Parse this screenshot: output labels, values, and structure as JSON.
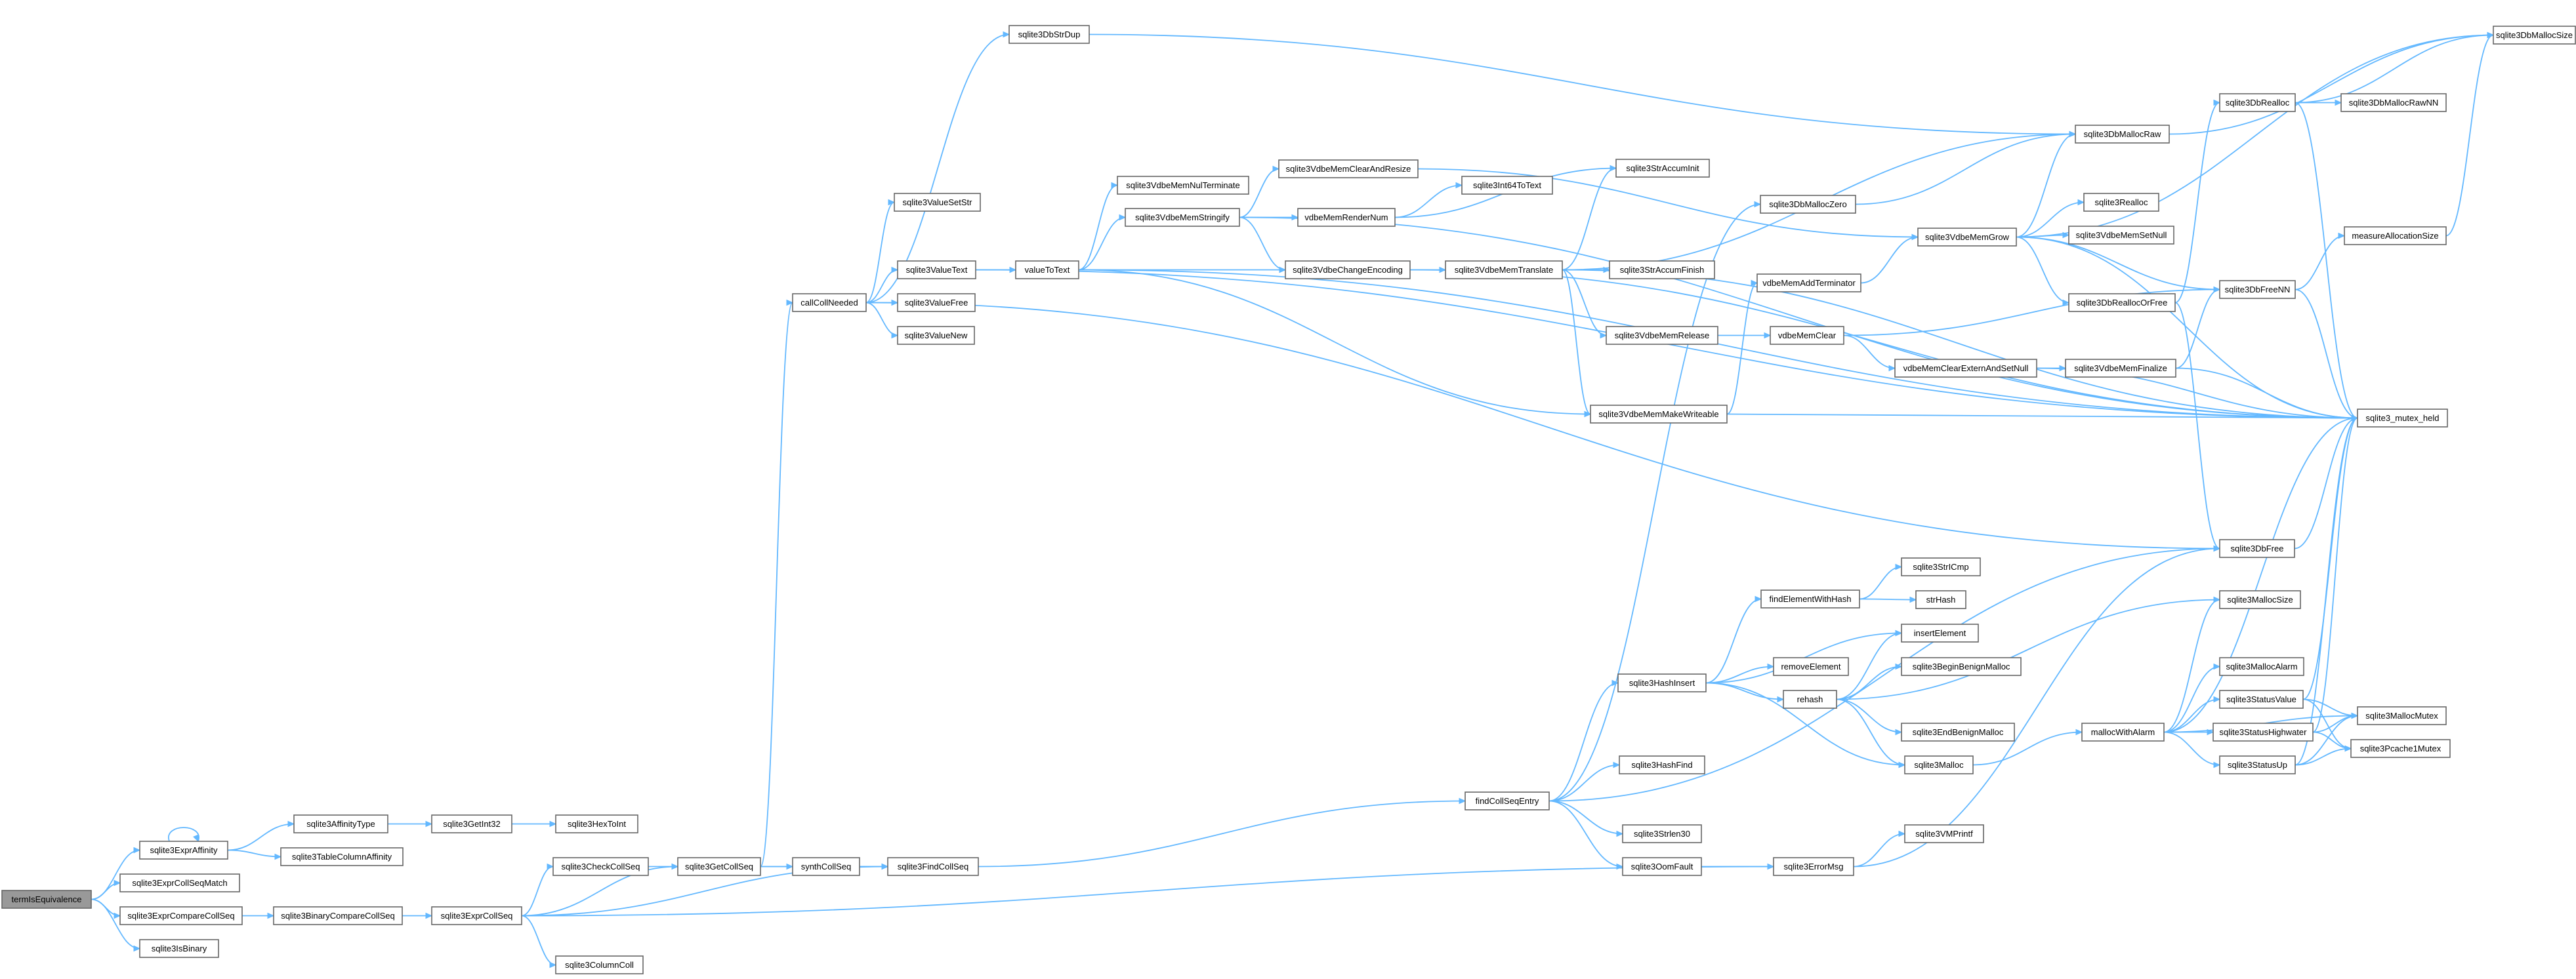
{
  "graph": {
    "colors": {
      "edge": "#63b8ff",
      "node_border": "#666666",
      "root_fill": "#999999",
      "node_fill": "#ffffff"
    },
    "root": "termIsEquivalence",
    "nodes": [
      {
        "id": "termIsEquivalence",
        "label": "termIsEquivalence"
      },
      {
        "id": "sqlite3ExprAffinity",
        "label": "sqlite3ExprAffinity"
      },
      {
        "id": "sqlite3ExprCollSeqMatch",
        "label": "sqlite3ExprCollSeqMatch"
      },
      {
        "id": "sqlite3ExprCompareCollSeq",
        "label": "sqlite3ExprCompareCollSeq"
      },
      {
        "id": "sqlite3IsBinary",
        "label": "sqlite3IsBinary"
      },
      {
        "id": "sqlite3AffinityType",
        "label": "sqlite3AffinityType"
      },
      {
        "id": "sqlite3TableColumnAffinity",
        "label": "sqlite3TableColumnAffinity"
      },
      {
        "id": "sqlite3GetInt32",
        "label": "sqlite3GetInt32"
      },
      {
        "id": "sqlite3HexToInt",
        "label": "sqlite3HexToInt"
      },
      {
        "id": "sqlite3BinaryCompareCollSeq",
        "label": "sqlite3BinaryCompareCollSeq"
      },
      {
        "id": "sqlite3ExprCollSeq",
        "label": "sqlite3ExprCollSeq"
      },
      {
        "id": "sqlite3CheckCollSeq",
        "label": "sqlite3CheckCollSeq"
      },
      {
        "id": "sqlite3ColumnColl",
        "label": "sqlite3ColumnColl"
      },
      {
        "id": "sqlite3GetCollSeq",
        "label": "sqlite3GetCollSeq"
      },
      {
        "id": "callCollNeeded",
        "label": "callCollNeeded"
      },
      {
        "id": "synthCollSeq",
        "label": "synthCollSeq"
      },
      {
        "id": "sqlite3FindCollSeq",
        "label": "sqlite3FindCollSeq"
      },
      {
        "id": "sqlite3DbStrDup",
        "label": "sqlite3DbStrDup"
      },
      {
        "id": "sqlite3ValueSetStr",
        "label": "sqlite3ValueSetStr"
      },
      {
        "id": "sqlite3ValueText",
        "label": "sqlite3ValueText"
      },
      {
        "id": "sqlite3ValueFree",
        "label": "sqlite3ValueFree"
      },
      {
        "id": "sqlite3ValueNew",
        "label": "sqlite3ValueNew"
      },
      {
        "id": "valueToText",
        "label": "valueToText"
      },
      {
        "id": "sqlite3VdbeMemNulTerminate",
        "label": "sqlite3VdbeMemNulTerminate"
      },
      {
        "id": "sqlite3VdbeMemStringify",
        "label": "sqlite3VdbeMemStringify"
      },
      {
        "id": "sqlite3VdbeMemClearAndResize",
        "label": "sqlite3VdbeMemClearAndResize"
      },
      {
        "id": "vdbeMemRenderNum",
        "label": "vdbeMemRenderNum"
      },
      {
        "id": "sqlite3Int64ToText",
        "label": "sqlite3Int64ToText"
      },
      {
        "id": "sqlite3VdbeChangeEncoding",
        "label": "sqlite3VdbeChangeEncoding"
      },
      {
        "id": "sqlite3VdbeMemTranslate",
        "label": "sqlite3VdbeMemTranslate"
      },
      {
        "id": "sqlite3StrAccumInit",
        "label": "sqlite3StrAccumInit"
      },
      {
        "id": "sqlite3StrAccumFinish",
        "label": "sqlite3StrAccumFinish"
      },
      {
        "id": "sqlite3VdbeMemRelease",
        "label": "sqlite3VdbeMemRelease"
      },
      {
        "id": "sqlite3VdbeMemMakeWriteable",
        "label": "sqlite3VdbeMemMakeWriteable"
      },
      {
        "id": "sqlite3DbMallocZero",
        "label": "sqlite3DbMallocZero"
      },
      {
        "id": "vdbeMemAddTerminator",
        "label": "vdbeMemAddTerminator"
      },
      {
        "id": "vdbeMemClear",
        "label": "vdbeMemClear"
      },
      {
        "id": "vdbeMemClearExternAndSetNull",
        "label": "vdbeMemClearExternAndSetNull"
      },
      {
        "id": "sqlite3VdbeMemGrow",
        "label": "sqlite3VdbeMemGrow"
      },
      {
        "id": "sqlite3VdbeMemFinalize",
        "label": "sqlite3VdbeMemFinalize"
      },
      {
        "id": "sqlite3DbMallocRaw",
        "label": "sqlite3DbMallocRaw"
      },
      {
        "id": "sqlite3DbRealloc",
        "label": "sqlite3DbRealloc"
      },
      {
        "id": "sqlite3DbMallocRawNN",
        "label": "sqlite3DbMallocRawNN"
      },
      {
        "id": "sqlite3DbMallocSize",
        "label": "sqlite3DbMallocSize"
      },
      {
        "id": "sqlite3Realloc",
        "label": "sqlite3Realloc"
      },
      {
        "id": "sqlite3VdbeMemSetNull",
        "label": "sqlite3VdbeMemSetNull"
      },
      {
        "id": "sqlite3DbReallocOrFree",
        "label": "sqlite3DbReallocOrFree"
      },
      {
        "id": "measureAllocationSize",
        "label": "measureAllocationSize"
      },
      {
        "id": "sqlite3DbFreeNN",
        "label": "sqlite3DbFreeNN"
      },
      {
        "id": "sqlite3_mutex_held",
        "label": "sqlite3_mutex_held"
      },
      {
        "id": "sqlite3DbFree",
        "label": "sqlite3DbFree"
      },
      {
        "id": "findCollSeqEntry",
        "label": "findCollSeqEntry"
      },
      {
        "id": "sqlite3HashInsert",
        "label": "sqlite3HashInsert"
      },
      {
        "id": "sqlite3HashFind",
        "label": "sqlite3HashFind"
      },
      {
        "id": "sqlite3Strlen30",
        "label": "sqlite3Strlen30"
      },
      {
        "id": "sqlite3OomFault",
        "label": "sqlite3OomFault"
      },
      {
        "id": "sqlite3ErrorMsg",
        "label": "sqlite3ErrorMsg"
      },
      {
        "id": "sqlite3VMPrintf",
        "label": "sqlite3VMPrintf"
      },
      {
        "id": "findElementWithHash",
        "label": "findElementWithHash"
      },
      {
        "id": "removeElement",
        "label": "removeElement"
      },
      {
        "id": "rehash",
        "label": "rehash"
      },
      {
        "id": "insertElement",
        "label": "insertElement"
      },
      {
        "id": "sqlite3StrICmp",
        "label": "sqlite3StrICmp"
      },
      {
        "id": "strHash",
        "label": "strHash"
      },
      {
        "id": "sqlite3BeginBenignMalloc",
        "label": "sqlite3BeginBenignMalloc"
      },
      {
        "id": "sqlite3EndBenignMalloc",
        "label": "sqlite3EndBenignMalloc"
      },
      {
        "id": "sqlite3Malloc",
        "label": "sqlite3Malloc"
      },
      {
        "id": "mallocWithAlarm",
        "label": "mallocWithAlarm"
      },
      {
        "id": "sqlite3MallocSize",
        "label": "sqlite3MallocSize"
      },
      {
        "id": "sqlite3MallocAlarm",
        "label": "sqlite3MallocAlarm"
      },
      {
        "id": "sqlite3StatusValue",
        "label": "sqlite3StatusValue"
      },
      {
        "id": "sqlite3StatusHighwater",
        "label": "sqlite3StatusHighwater"
      },
      {
        "id": "sqlite3StatusUp",
        "label": "sqlite3StatusUp"
      },
      {
        "id": "sqlite3MallocMutex",
        "label": "sqlite3MallocMutex"
      },
      {
        "id": "sqlite3Pcache1Mutex",
        "label": "sqlite3Pcache1Mutex"
      }
    ],
    "edges": [
      [
        "termIsEquivalence",
        "sqlite3ExprAffinity"
      ],
      [
        "termIsEquivalence",
        "sqlite3ExprCollSeqMatch"
      ],
      [
        "termIsEquivalence",
        "sqlite3ExprCompareCollSeq"
      ],
      [
        "termIsEquivalence",
        "sqlite3IsBinary"
      ],
      [
        "sqlite3ExprAffinity",
        "sqlite3ExprAffinity"
      ],
      [
        "sqlite3ExprAffinity",
        "sqlite3AffinityType"
      ],
      [
        "sqlite3ExprAffinity",
        "sqlite3TableColumnAffinity"
      ],
      [
        "sqlite3AffinityType",
        "sqlite3GetInt32"
      ],
      [
        "sqlite3GetInt32",
        "sqlite3HexToInt"
      ],
      [
        "sqlite3ExprCompareCollSeq",
        "sqlite3BinaryCompareCollSeq"
      ],
      [
        "sqlite3BinaryCompareCollSeq",
        "sqlite3ExprCollSeq"
      ],
      [
        "sqlite3ExprCollSeq",
        "sqlite3CheckCollSeq"
      ],
      [
        "sqlite3ExprCollSeq",
        "sqlite3ColumnColl"
      ],
      [
        "sqlite3ExprCollSeq",
        "sqlite3GetCollSeq"
      ],
      [
        "sqlite3ExprCollSeq",
        "sqlite3FindCollSeq"
      ],
      [
        "sqlite3ExprCollSeq",
        "sqlite3ErrorMsg"
      ],
      [
        "sqlite3CheckCollSeq",
        "sqlite3GetCollSeq"
      ],
      [
        "sqlite3GetCollSeq",
        "callCollNeeded"
      ],
      [
        "sqlite3GetCollSeq",
        "synthCollSeq"
      ],
      [
        "sqlite3GetCollSeq",
        "sqlite3FindCollSeq"
      ],
      [
        "synthCollSeq",
        "sqlite3FindCollSeq"
      ],
      [
        "sqlite3FindCollSeq",
        "findCollSeqEntry"
      ],
      [
        "callCollNeeded",
        "sqlite3DbStrDup"
      ],
      [
        "callCollNeeded",
        "sqlite3ValueSetStr"
      ],
      [
        "callCollNeeded",
        "sqlite3ValueText"
      ],
      [
        "callCollNeeded",
        "sqlite3ValueFree"
      ],
      [
        "callCollNeeded",
        "sqlite3ValueNew"
      ],
      [
        "callCollNeeded",
        "sqlite3DbFree"
      ],
      [
        "sqlite3DbStrDup",
        "sqlite3DbMallocRaw"
      ],
      [
        "sqlite3ValueText",
        "valueToText"
      ],
      [
        "sqlite3ValueText",
        "sqlite3_mutex_held"
      ],
      [
        "valueToText",
        "sqlite3VdbeMemNulTerminate"
      ],
      [
        "valueToText",
        "sqlite3VdbeMemStringify"
      ],
      [
        "valueToText",
        "sqlite3VdbeChangeEncoding"
      ],
      [
        "valueToText",
        "sqlite3VdbeMemMakeWriteable"
      ],
      [
        "valueToText",
        "sqlite3_mutex_held"
      ],
      [
        "sqlite3VdbeMemStringify",
        "sqlite3VdbeMemClearAndResize"
      ],
      [
        "sqlite3VdbeMemStringify",
        "vdbeMemRenderNum"
      ],
      [
        "sqlite3VdbeMemStringify",
        "sqlite3VdbeChangeEncoding"
      ],
      [
        "sqlite3VdbeMemStringify",
        "sqlite3_mutex_held"
      ],
      [
        "sqlite3VdbeMemClearAndResize",
        "sqlite3VdbeMemGrow"
      ],
      [
        "vdbeMemRenderNum",
        "sqlite3Int64ToText"
      ],
      [
        "vdbeMemRenderNum",
        "sqlite3StrAccumInit"
      ],
      [
        "sqlite3VdbeChangeEncoding",
        "sqlite3VdbeMemTranslate"
      ],
      [
        "sqlite3VdbeChangeEncoding",
        "sqlite3_mutex_held"
      ],
      [
        "sqlite3VdbeMemTranslate",
        "sqlite3StrAccumInit"
      ],
      [
        "sqlite3VdbeMemTranslate",
        "sqlite3StrAccumFinish"
      ],
      [
        "sqlite3VdbeMemTranslate",
        "sqlite3VdbeMemRelease"
      ],
      [
        "sqlite3VdbeMemTranslate",
        "sqlite3VdbeMemMakeWriteable"
      ],
      [
        "sqlite3VdbeMemTranslate",
        "sqlite3DbMallocRaw"
      ],
      [
        "sqlite3VdbeMemTranslate",
        "sqlite3_mutex_held"
      ],
      [
        "sqlite3VdbeMemRelease",
        "vdbeMemClear"
      ],
      [
        "vdbeMemClear",
        "vdbeMemClearExternAndSetNull"
      ],
      [
        "vdbeMemClear",
        "sqlite3DbFreeNN"
      ],
      [
        "vdbeMemClearExternAndSetNull",
        "sqlite3VdbeMemFinalize"
      ],
      [
        "vdbeMemClearExternAndSetNull",
        "sqlite3_mutex_held"
      ],
      [
        "sqlite3VdbeMemFinalize",
        "sqlite3DbFreeNN"
      ],
      [
        "sqlite3VdbeMemFinalize",
        "sqlite3_mutex_held"
      ],
      [
        "sqlite3VdbeMemMakeWriteable",
        "vdbeMemAddTerminator"
      ],
      [
        "sqlite3VdbeMemMakeWriteable",
        "sqlite3_mutex_held"
      ],
      [
        "vdbeMemAddTerminator",
        "sqlite3VdbeMemGrow"
      ],
      [
        "sqlite3VdbeMemGrow",
        "sqlite3DbMallocRaw"
      ],
      [
        "sqlite3VdbeMemGrow",
        "sqlite3Realloc"
      ],
      [
        "sqlite3VdbeMemGrow",
        "sqlite3VdbeMemSetNull"
      ],
      [
        "sqlite3VdbeMemGrow",
        "sqlite3DbReallocOrFree"
      ],
      [
        "sqlite3VdbeMemGrow",
        "sqlite3DbFreeNN"
      ],
      [
        "sqlite3VdbeMemGrow",
        "sqlite3DbMallocSize"
      ],
      [
        "sqlite3VdbeMemGrow",
        "sqlite3_mutex_held"
      ],
      [
        "sqlite3DbReallocOrFree",
        "sqlite3DbRealloc"
      ],
      [
        "sqlite3DbReallocOrFree",
        "sqlite3DbFree"
      ],
      [
        "sqlite3DbRealloc",
        "sqlite3DbMallocRawNN"
      ],
      [
        "sqlite3DbRealloc",
        "sqlite3DbMallocSize"
      ],
      [
        "sqlite3DbRealloc",
        "sqlite3_mutex_held"
      ],
      [
        "sqlite3DbMallocRaw",
        "sqlite3DbMallocSize"
      ],
      [
        "sqlite3DbFreeNN",
        "measureAllocationSize"
      ],
      [
        "sqlite3DbFreeNN",
        "sqlite3_mutex_held"
      ],
      [
        "measureAllocationSize",
        "sqlite3DbMallocSize"
      ],
      [
        "sqlite3DbFree",
        "sqlite3_mutex_held"
      ],
      [
        "findCollSeqEntry",
        "sqlite3HashInsert"
      ],
      [
        "findCollSeqEntry",
        "sqlite3HashFind"
      ],
      [
        "findCollSeqEntry",
        "sqlite3Strlen30"
      ],
      [
        "findCollSeqEntry",
        "sqlite3OomFault"
      ],
      [
        "findCollSeqEntry",
        "sqlite3DbMallocZero"
      ],
      [
        "findCollSeqEntry",
        "sqlite3DbFree"
      ],
      [
        "sqlite3DbMallocZero",
        "sqlite3DbMallocRaw"
      ],
      [
        "sqlite3HashInsert",
        "findElementWithHash"
      ],
      [
        "sqlite3HashInsert",
        "removeElement"
      ],
      [
        "sqlite3HashInsert",
        "rehash"
      ],
      [
        "sqlite3HashInsert",
        "insertElement"
      ],
      [
        "sqlite3HashInsert",
        "sqlite3Malloc"
      ],
      [
        "findElementWithHash",
        "sqlite3StrICmp"
      ],
      [
        "findElementWithHash",
        "strHash"
      ],
      [
        "rehash",
        "sqlite3BeginBenignMalloc"
      ],
      [
        "rehash",
        "sqlite3EndBenignMalloc"
      ],
      [
        "rehash",
        "insertElement"
      ],
      [
        "rehash",
        "sqlite3Malloc"
      ],
      [
        "rehash",
        "sqlite3MallocSize"
      ],
      [
        "sqlite3Malloc",
        "mallocWithAlarm"
      ],
      [
        "mallocWithAlarm",
        "sqlite3MallocSize"
      ],
      [
        "mallocWithAlarm",
        "sqlite3MallocAlarm"
      ],
      [
        "mallocWithAlarm",
        "sqlite3StatusValue"
      ],
      [
        "mallocWithAlarm",
        "sqlite3StatusHighwater"
      ],
      [
        "mallocWithAlarm",
        "sqlite3StatusUp"
      ],
      [
        "mallocWithAlarm",
        "sqlite3MallocMutex"
      ],
      [
        "mallocWithAlarm",
        "sqlite3_mutex_held"
      ],
      [
        "sqlite3StatusValue",
        "sqlite3MallocMutex"
      ],
      [
        "sqlite3StatusValue",
        "sqlite3Pcache1Mutex"
      ],
      [
        "sqlite3StatusValue",
        "sqlite3_mutex_held"
      ],
      [
        "sqlite3StatusHighwater",
        "sqlite3MallocMutex"
      ],
      [
        "sqlite3StatusHighwater",
        "sqlite3Pcache1Mutex"
      ],
      [
        "sqlite3StatusHighwater",
        "sqlite3_mutex_held"
      ],
      [
        "sqlite3StatusUp",
        "sqlite3MallocMutex"
      ],
      [
        "sqlite3StatusUp",
        "sqlite3Pcache1Mutex"
      ],
      [
        "sqlite3StatusUp",
        "sqlite3_mutex_held"
      ],
      [
        "sqlite3OomFault",
        "sqlite3ErrorMsg"
      ],
      [
        "sqlite3ErrorMsg",
        "sqlite3VMPrintf"
      ],
      [
        "sqlite3ErrorMsg",
        "sqlite3DbFree"
      ]
    ]
  }
}
